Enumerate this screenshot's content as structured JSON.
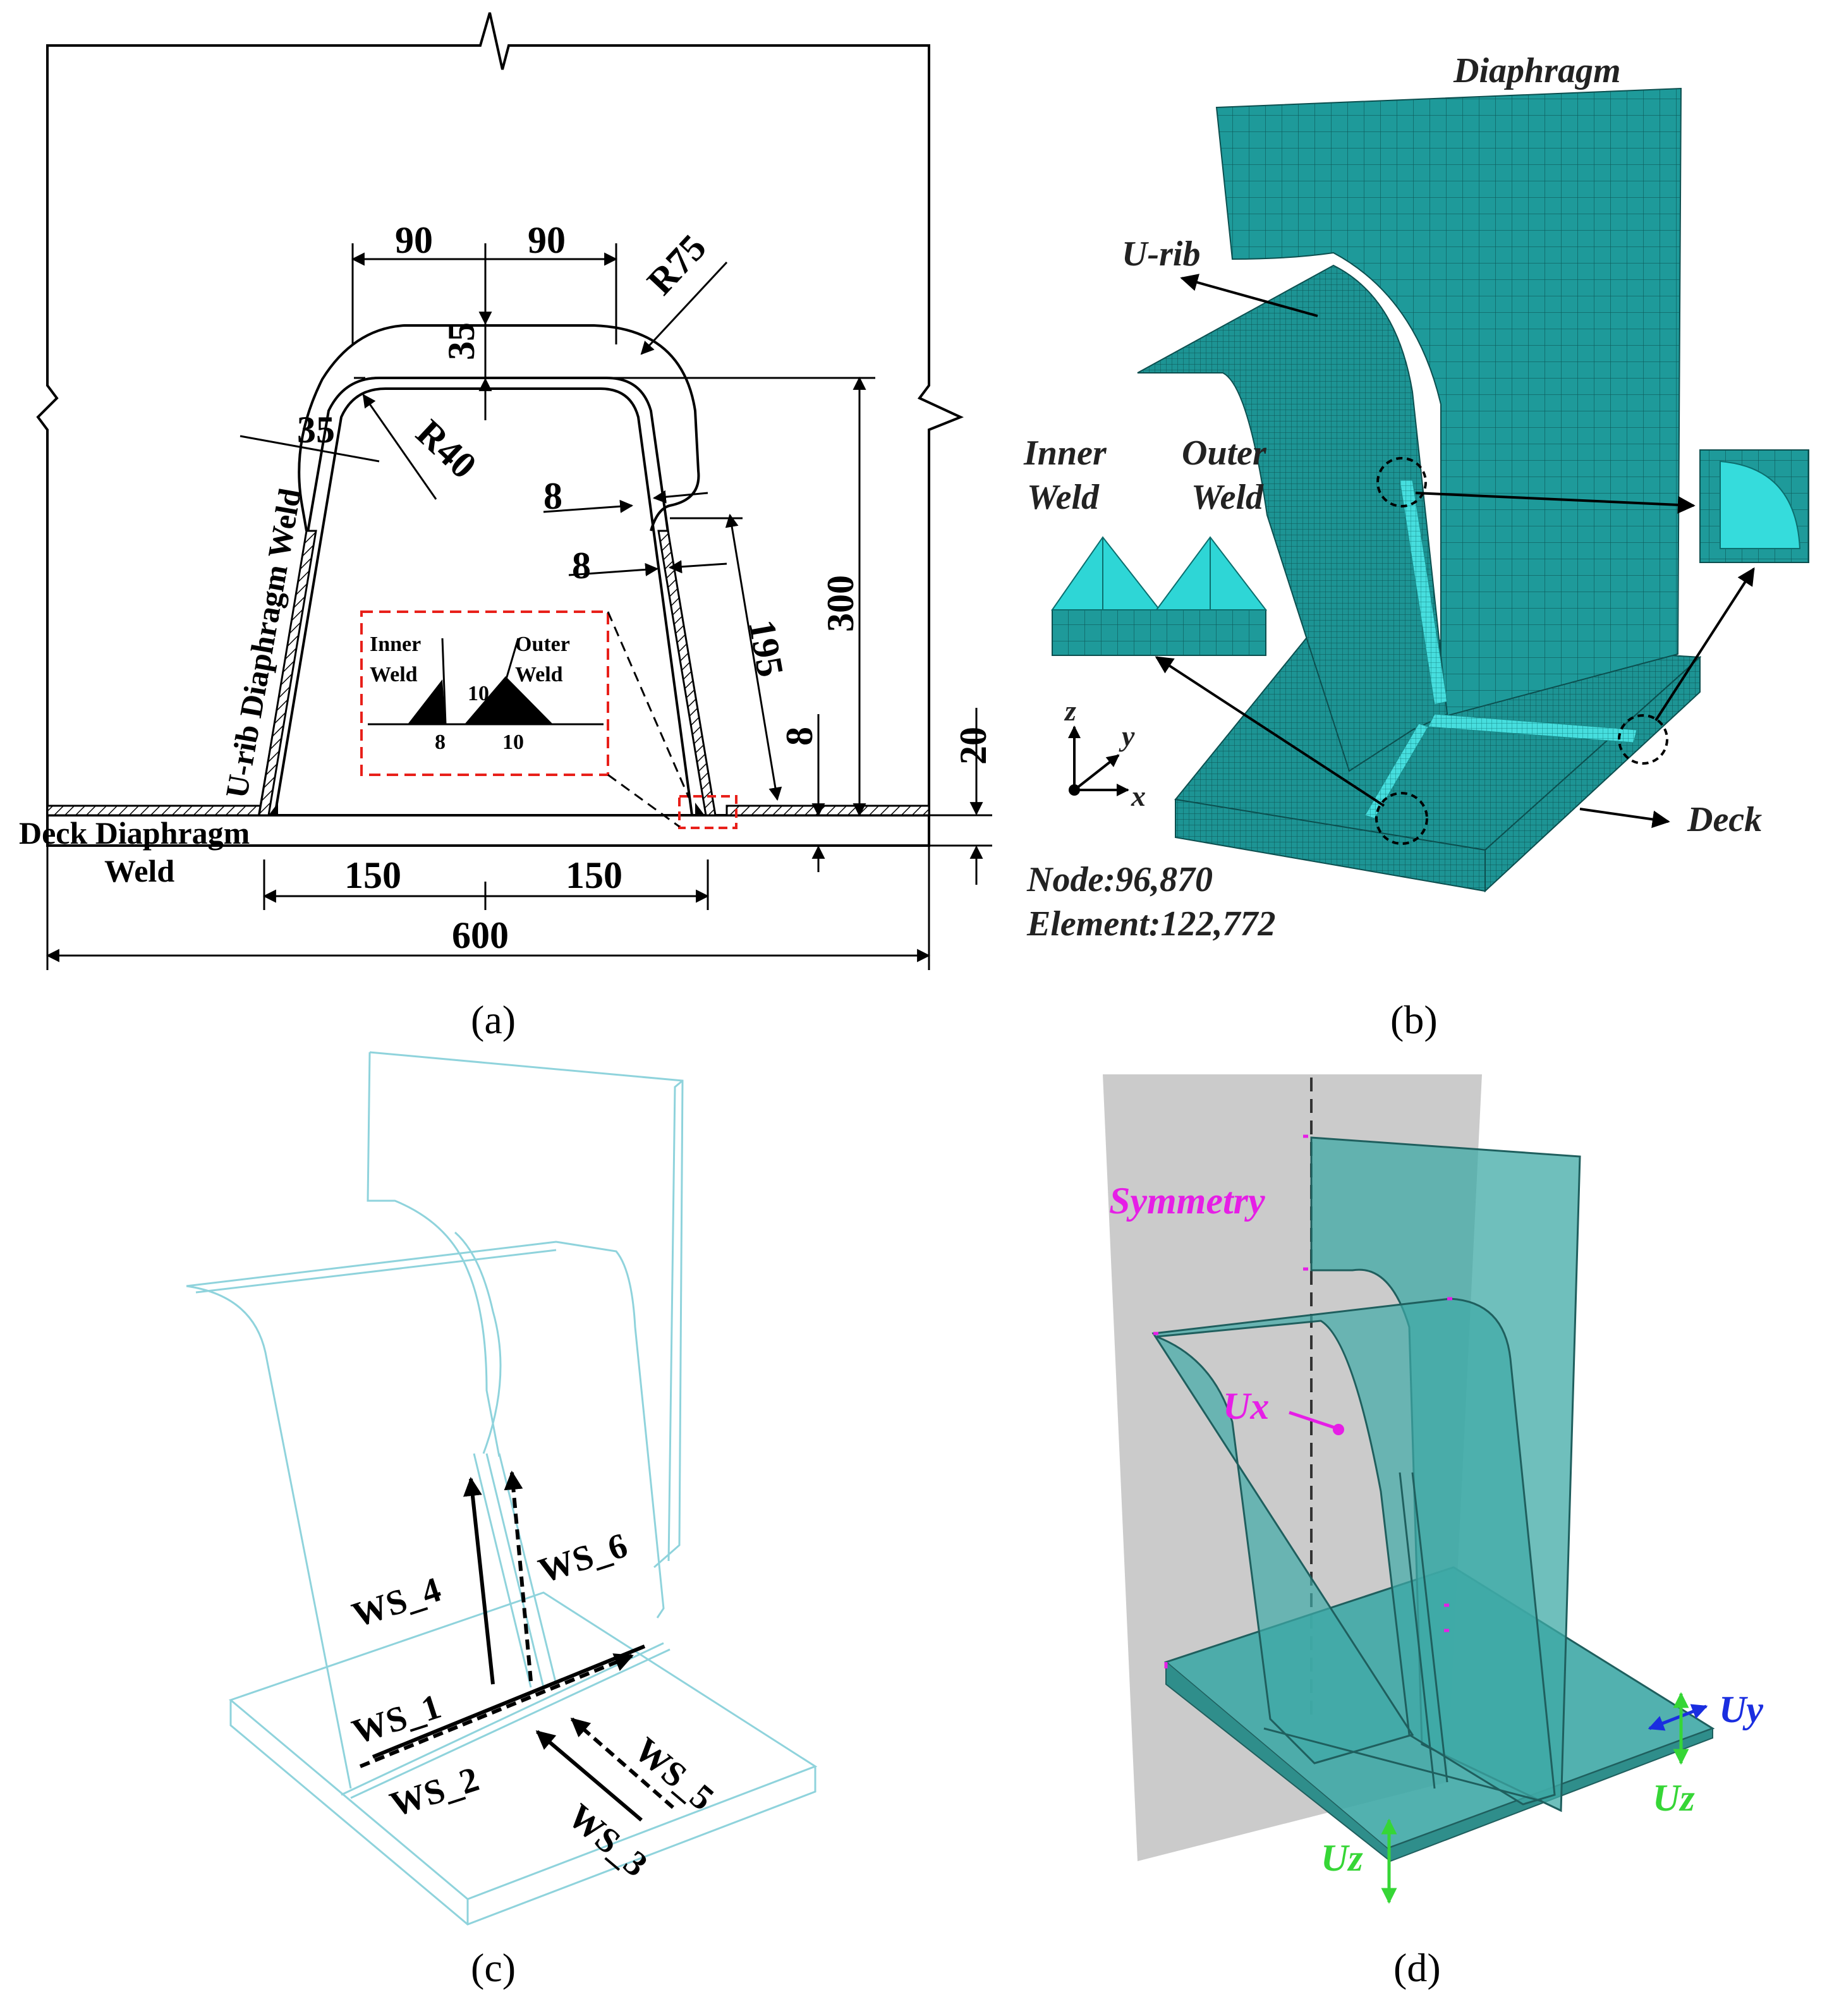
{
  "panel_a": {
    "caption": "(a)",
    "dims": {
      "d90_left": "90",
      "d90_right": "90",
      "d35_top": "35",
      "r75": "R75",
      "d35_side": "35",
      "r40": "R40",
      "d8_a": "8",
      "d8_b": "8",
      "d195": "195",
      "d300": "300",
      "d8_c": "8",
      "d20": "20",
      "d150_left": "150",
      "d150_right": "150",
      "d600": "600"
    },
    "labels": {
      "urib_weld": "U-rib Diaphragm Weld",
      "deck_weld_1": "Deck Diaphragm",
      "deck_weld_2": "Weld"
    },
    "detail": {
      "inner_1": "Inner",
      "inner_2": "Weld",
      "outer_1": "Outer",
      "outer_2": "Weld",
      "n10_a": "10",
      "n8": "8",
      "n10_b": "10"
    },
    "colors": {
      "detail_box": "#e8201a"
    }
  },
  "panel_b": {
    "caption": "(b)",
    "labels": {
      "diaphragm": "Diaphragm",
      "urib": "U-rib",
      "inner_1": "Inner",
      "inner_2": "Weld",
      "outer_1": "Outer",
      "outer_2": "Weld",
      "deck": "Deck",
      "node": "Node:96,870",
      "element": "Element:122,772"
    },
    "axes": {
      "z": "z",
      "y": "y",
      "x": "x"
    },
    "colors": {
      "mesh": "#1e9a9a",
      "mesh_light": "#29c6c6",
      "weld": "#4fe3e3"
    }
  },
  "panel_c": {
    "caption": "(c)",
    "weld_paths": {
      "ws1": "WS_1",
      "ws2": "WS_2",
      "ws3": "WS_3",
      "ws4": "WS_4",
      "ws5": "WS_5",
      "ws6": "WS_6"
    },
    "colors": {
      "wire": "#8fd3dc"
    }
  },
  "panel_d": {
    "caption": "(d)",
    "labels": {
      "symmetry": "Symmetry",
      "ux": "Ux",
      "uy": "Uy",
      "uz_right": "Uz",
      "uz_bottom": "Uz"
    },
    "colors": {
      "plane": "#c8c8c8",
      "body": "#3fa9a6",
      "magenta": "#e61ee6",
      "blue": "#1a2ee0",
      "green": "#36d636"
    }
  }
}
